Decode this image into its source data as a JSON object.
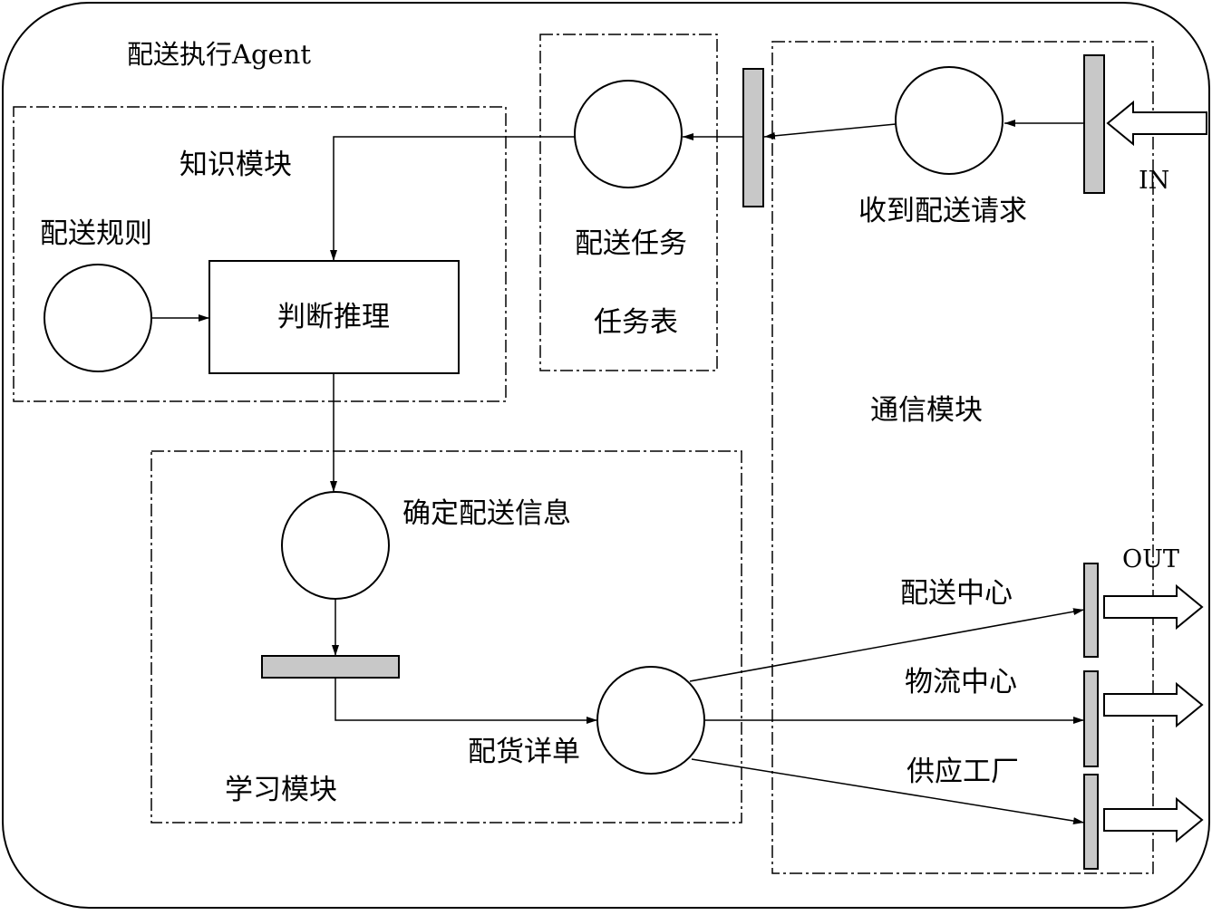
{
  "diagram": {
    "agent_title": "配送执行Agent",
    "knowledge_module": {
      "title": "知识模块",
      "rules_place": "配送规则",
      "reasoning_box": "判断推理"
    },
    "task_table": {
      "task_place": "配送任务",
      "title": "任务表"
    },
    "communication_module": {
      "title": "通信模块",
      "request_place": "收到配送请求",
      "input_label": "IN",
      "output_label": "OUT",
      "outputs": [
        "配送中心",
        "物流中心",
        "供应工厂"
      ]
    },
    "learning_module": {
      "title": "学习模块",
      "info_place": "确定配送信息",
      "detail_place": "配货详单"
    },
    "colors": {
      "stroke": "#000000",
      "transition_fill": "#c8c8c8",
      "background": "#ffffff"
    }
  }
}
